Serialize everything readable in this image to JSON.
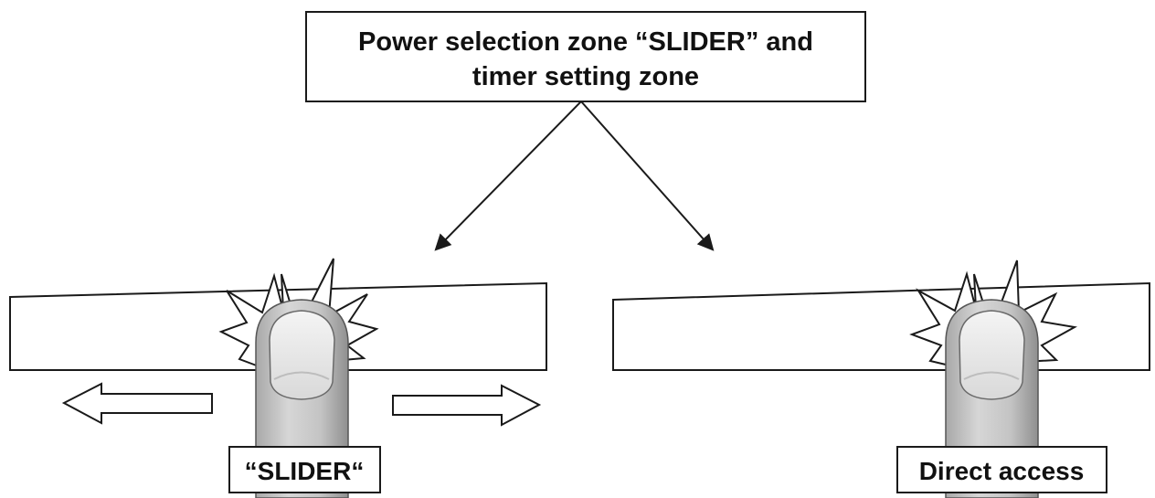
{
  "title": {
    "line1": "Power selection zone “SLIDER” and",
    "line2": "timer setting zone"
  },
  "left_panel": {
    "label": "“SLIDER“"
  },
  "right_panel": {
    "label": "Direct access"
  },
  "colors": {
    "stroke": "#1a1a1a",
    "finger_fill": "#c9c9c9",
    "finger_shadow": "#9a9a9a",
    "nail_fill": "#e9e9e9",
    "background": "#ffffff"
  }
}
